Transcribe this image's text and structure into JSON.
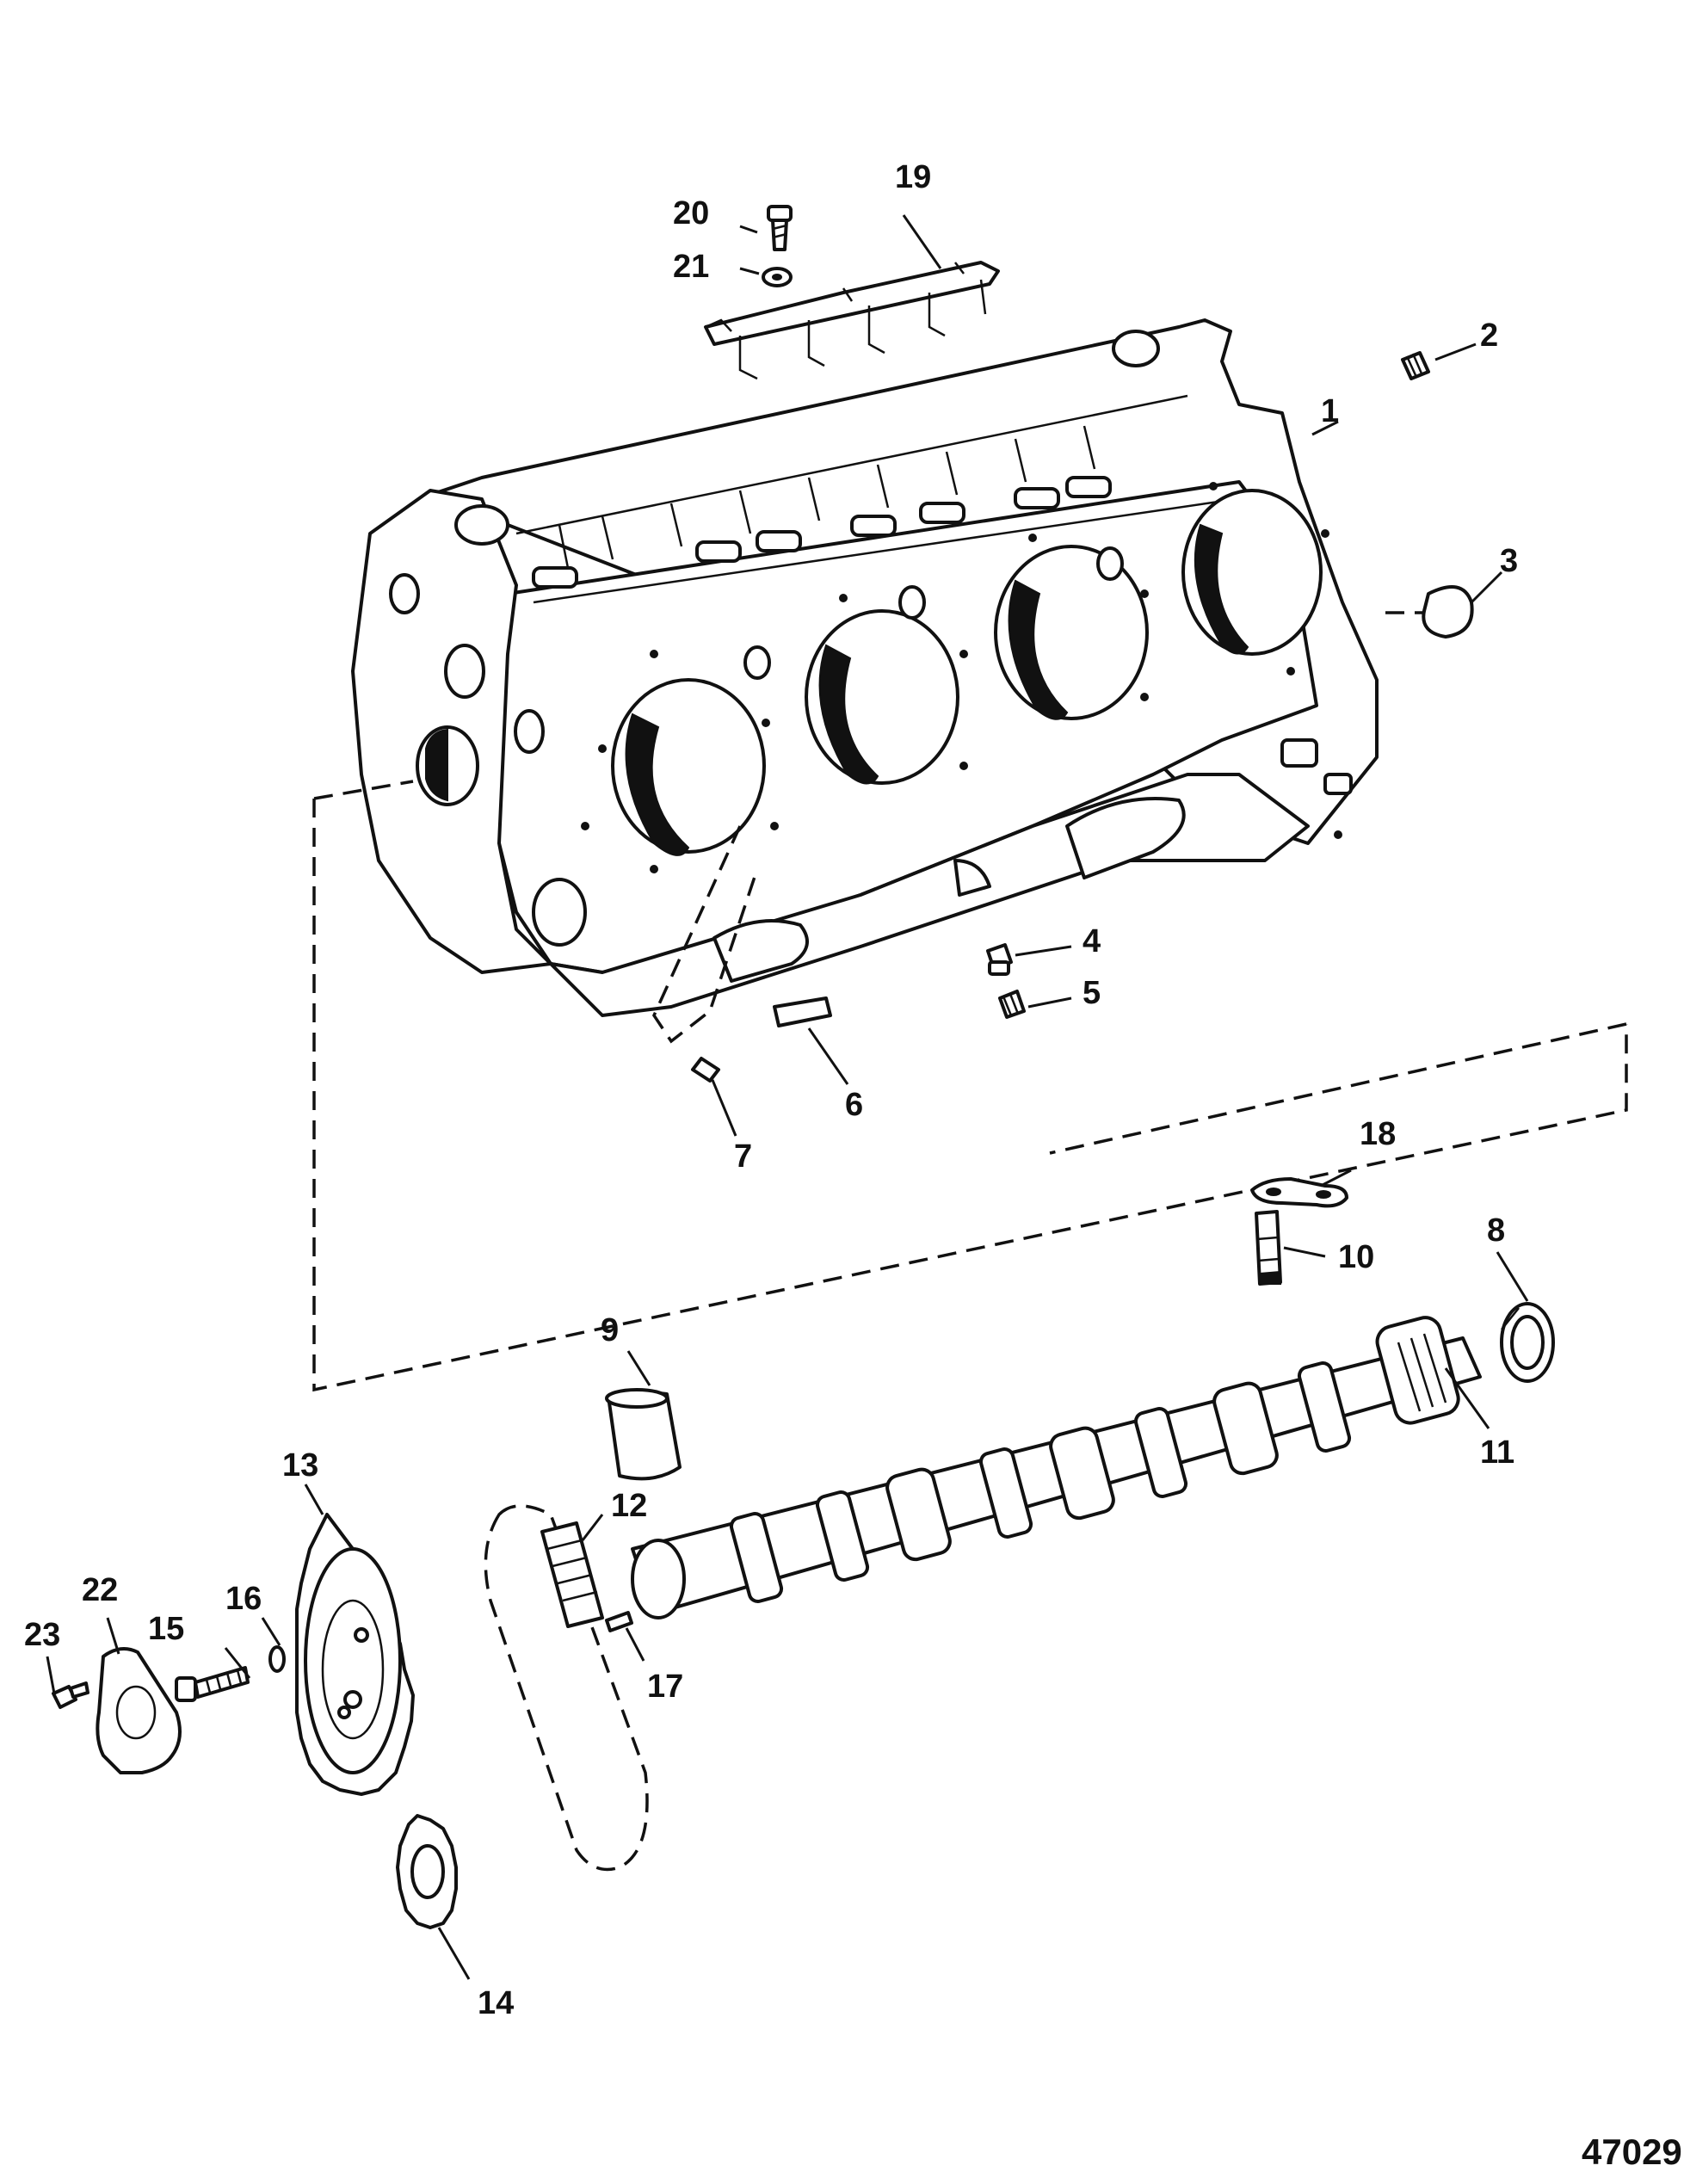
{
  "figure_number": "47029",
  "callouts": [
    {
      "id": "c1",
      "label": "1"
    },
    {
      "id": "c2",
      "label": "2"
    },
    {
      "id": "c3",
      "label": "3"
    },
    {
      "id": "c4",
      "label": "4"
    },
    {
      "id": "c5",
      "label": "5"
    },
    {
      "id": "c6",
      "label": "6"
    },
    {
      "id": "c7",
      "label": "7"
    },
    {
      "id": "c8",
      "label": "8"
    },
    {
      "id": "c9",
      "label": "9"
    },
    {
      "id": "c10",
      "label": "10"
    },
    {
      "id": "c11",
      "label": "11"
    },
    {
      "id": "c12",
      "label": "12"
    },
    {
      "id": "c13",
      "label": "13"
    },
    {
      "id": "c14",
      "label": "14"
    },
    {
      "id": "c15",
      "label": "15"
    },
    {
      "id": "c16",
      "label": "16"
    },
    {
      "id": "c17",
      "label": "17"
    },
    {
      "id": "c18",
      "label": "18"
    },
    {
      "id": "c19",
      "label": "19"
    },
    {
      "id": "c20",
      "label": "20"
    },
    {
      "id": "c21",
      "label": "21"
    },
    {
      "id": "c22",
      "label": "22"
    },
    {
      "id": "c23",
      "label": "23"
    }
  ]
}
